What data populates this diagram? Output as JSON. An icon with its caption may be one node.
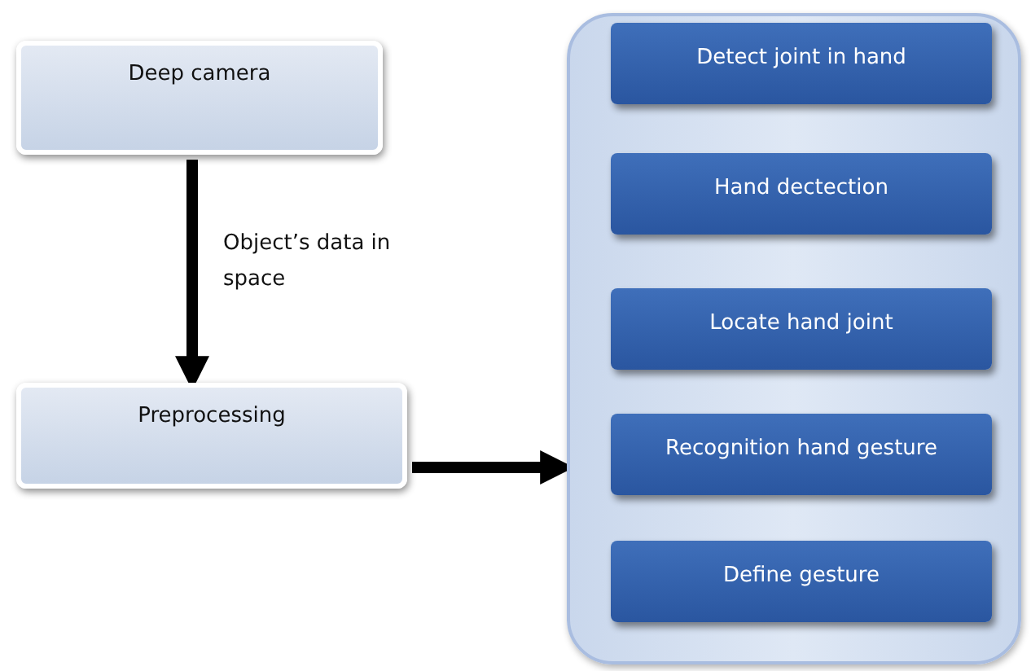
{
  "diagram": {
    "nodes": [
      {
        "text": [
          "Deep camera"
        ]
      },
      {
        "text": [
          "Preprocessing"
        ]
      },
      {
        "text": [],
        "shape": "box"
      },
      {
        "text": [
          "Detect joint in hand"
        ],
        "in": 2
      },
      {
        "text": [
          "Hand dectection"
        ],
        "in": 2
      },
      {
        "text": [
          "Locate hand joint"
        ],
        "in": 2
      },
      {
        "text": [
          "Recognition hand gesture"
        ],
        "in": 2
      },
      {
        "text": [
          "Define gesture"
        ],
        "in": 2
      }
    ],
    "edges": [
      {
        "from": 0,
        "to": 1,
        "arrow": "to",
        "label": "Object’s data in space"
      },
      {
        "from": 1,
        "to": 2,
        "arrow": "to"
      }
    ]
  }
}
